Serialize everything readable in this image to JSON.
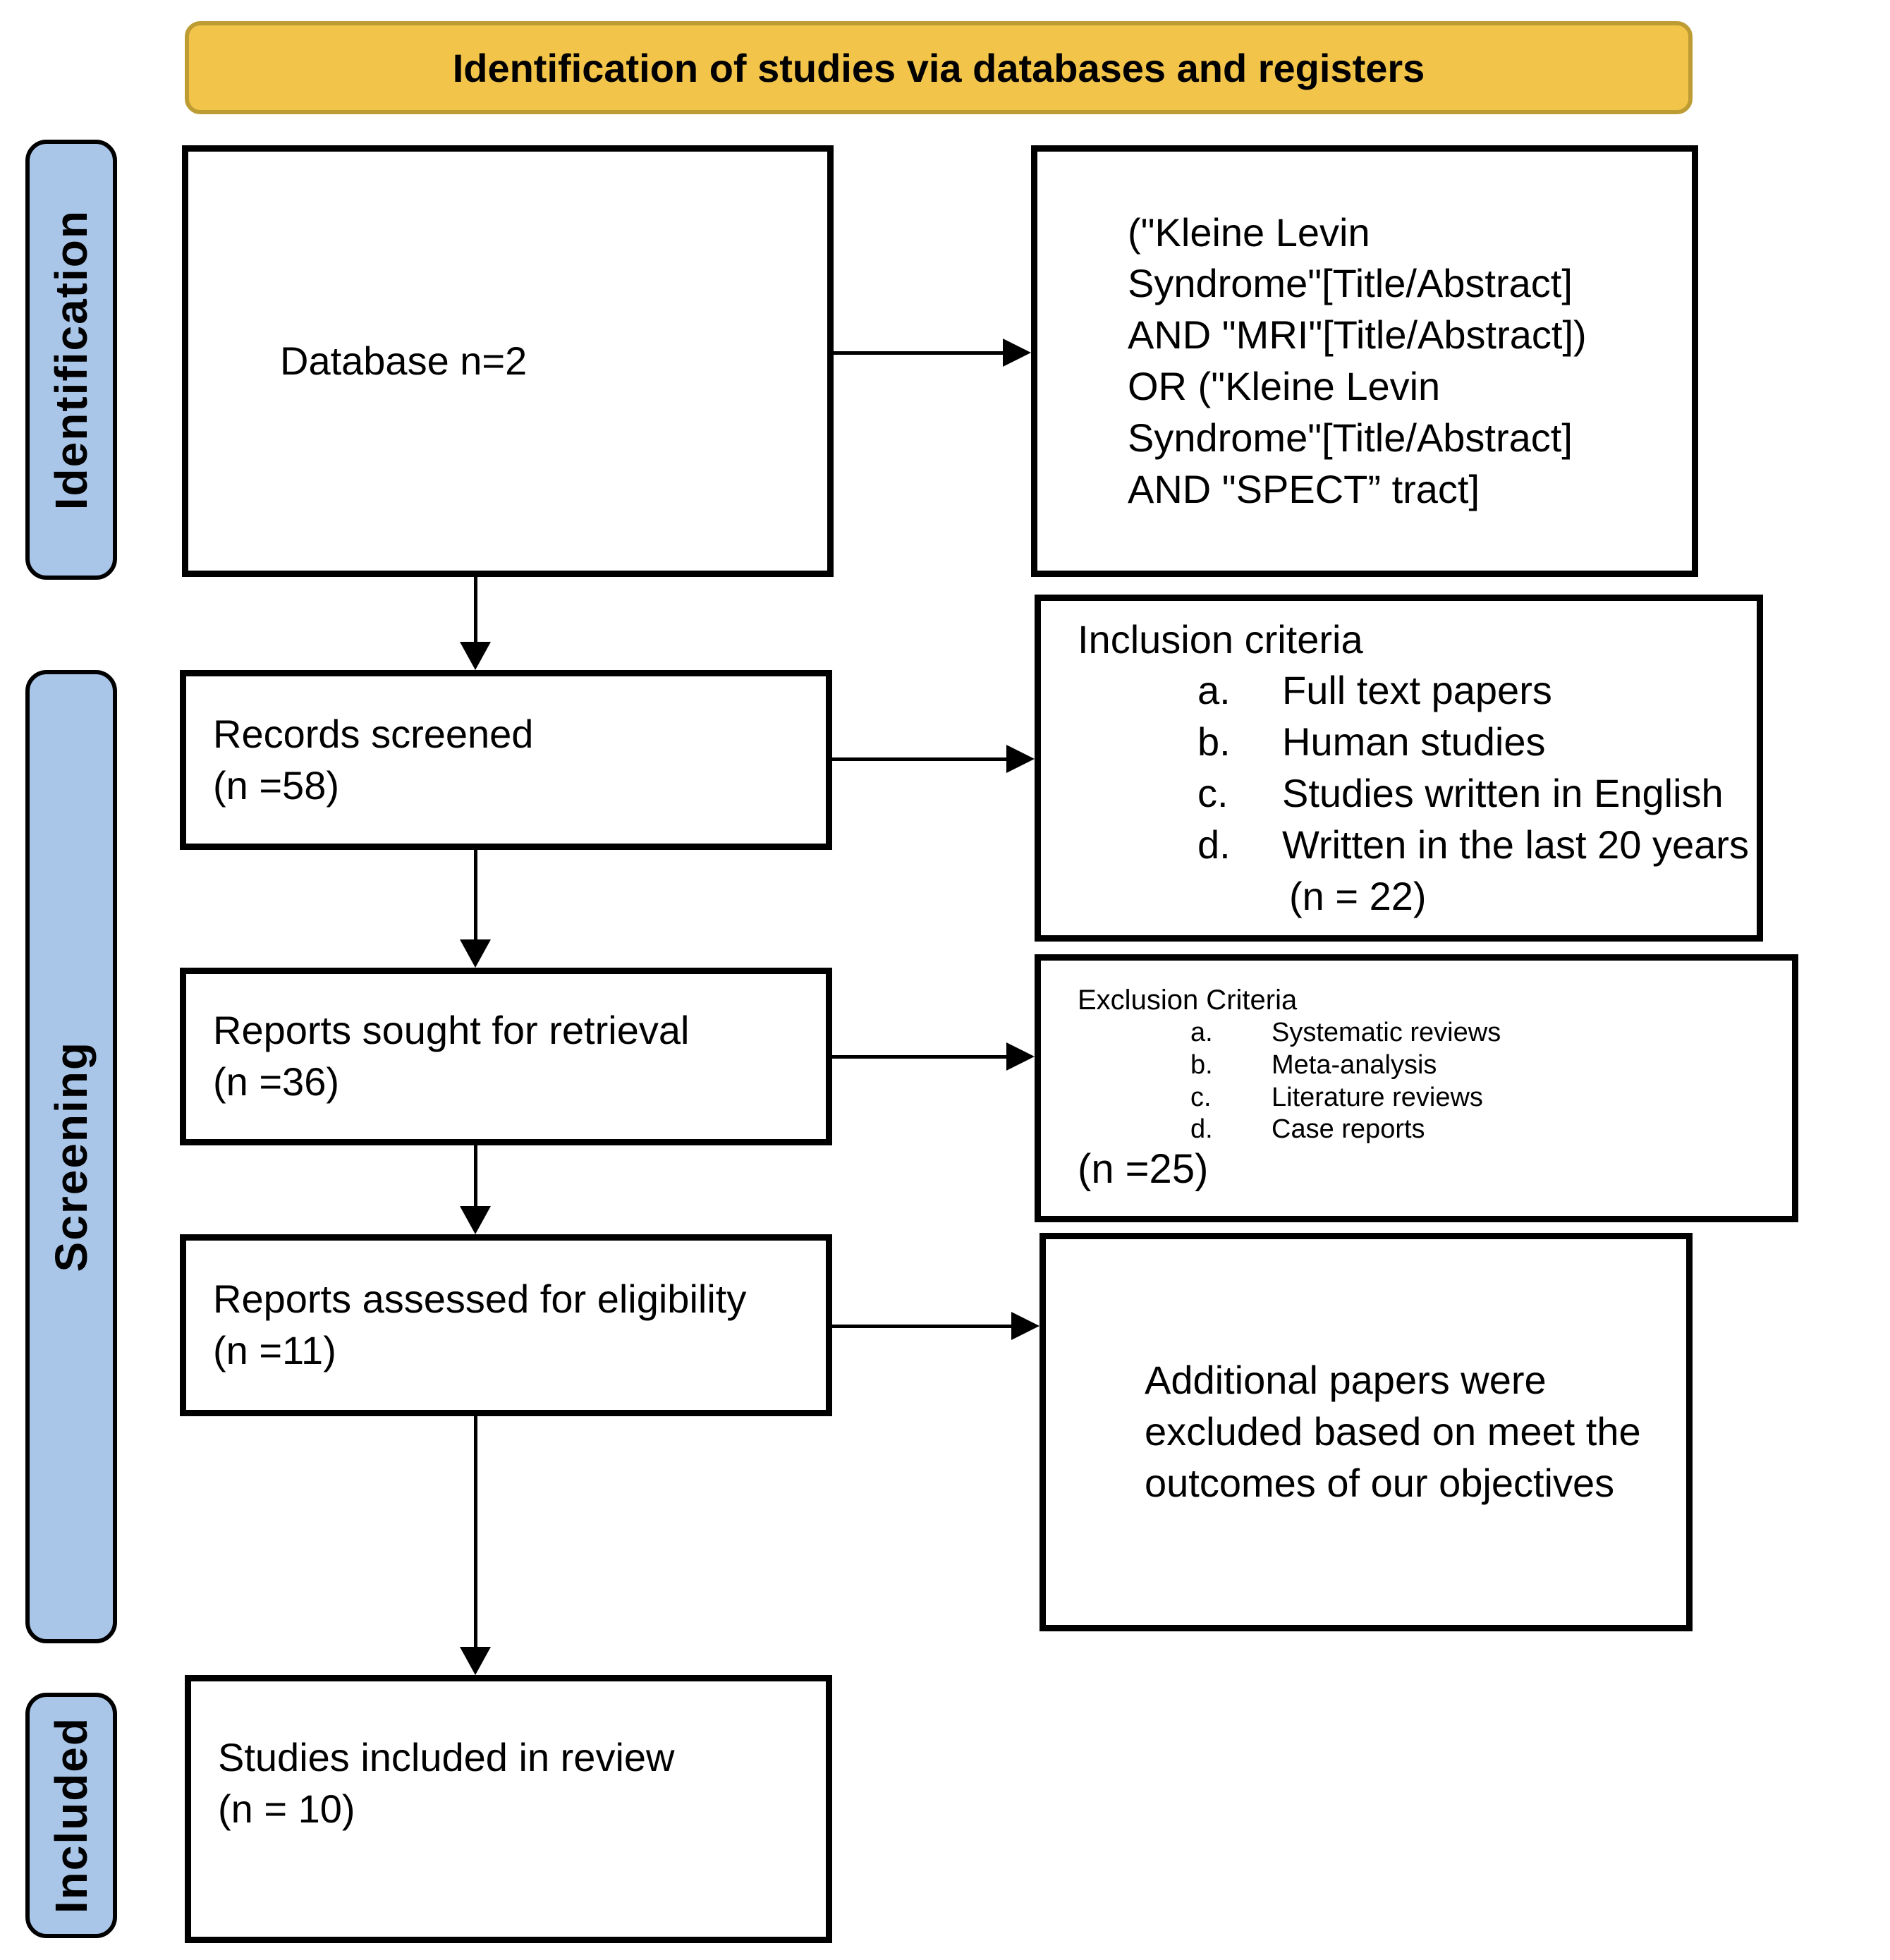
{
  "banner": {
    "label": "Identification of studies via databases and registers"
  },
  "sidebar": {
    "identification": "Identification",
    "screening": "Screening",
    "included": "Included"
  },
  "flow": {
    "database": {
      "label": "Database n=2"
    },
    "query": {
      "lines": [
        "(\"Kleine Levin",
        "Syndrome\"[Title/Abstract]",
        "AND \"MRI\"[Title/Abstract])",
        "OR (\"Kleine Levin",
        "Syndrome\"[Title/Abstract]",
        "AND \"SPECT” tract]"
      ]
    },
    "records_screened": {
      "title": "Records screened",
      "n": "(n =58)"
    },
    "inclusion": {
      "title": "Inclusion criteria",
      "items": [
        {
          "marker": "a.",
          "text": "Full text papers"
        },
        {
          "marker": "b.",
          "text": "Human studies"
        },
        {
          "marker": "c.",
          "text": "Studies written in English"
        },
        {
          "marker": "d.",
          "text": "Written in the last 20 years"
        }
      ],
      "n": "(n = 22)"
    },
    "reports_sought": {
      "title": "Reports sought for retrieval",
      "n": "(n =36)"
    },
    "exclusion": {
      "title": "Exclusion Criteria",
      "items": [
        {
          "marker": "a.",
          "text": "Systematic reviews"
        },
        {
          "marker": "b.",
          "text": "Meta-analysis"
        },
        {
          "marker": "c.",
          "text": "Literature reviews"
        },
        {
          "marker": "d.",
          "text": "Case reports"
        }
      ],
      "n": "(n =25)"
    },
    "reports_assessed": {
      "title": "Reports assessed for eligibility",
      "n": "(n =11)"
    },
    "additional_excluded": {
      "lines": [
        "Additional papers were",
        "excluded based on meet the",
        "outcomes of our objectives"
      ]
    },
    "studies_included": {
      "title": "Studies included in review",
      "n": "(n = 10)"
    }
  },
  "colors": {
    "banner_fill": "#F2C44A",
    "banner_border": "#BE9C34",
    "stage_label_fill": "#A9C5E8",
    "box_border": "#000000"
  }
}
